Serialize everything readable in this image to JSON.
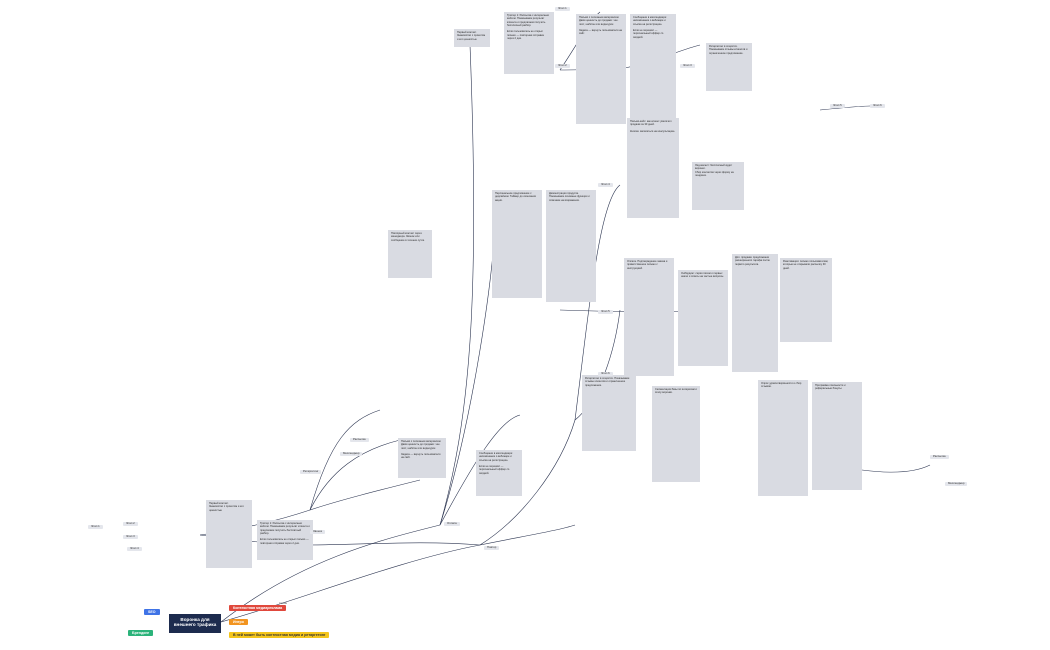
{
  "map": {
    "title": "Воронка для внешнего трафика",
    "branches": {
      "paid": "Контекстная медиареклама",
      "intro": "Интро",
      "brand": "Брендинг",
      "seo": "SEO",
      "scheme": "Схема",
      "tail": "В ней может быть контекстная медиа и ретаргетинг"
    },
    "cards": [
      "Первый контакт.\nЗнакомство с проектом и его ценностью",
      "Триггер 1: Рассылка с интересным кейсом. Показываем результат клиента и предлагаем получить бесплатный разбор.\n\nЕсли пользователь не открыл письмо — повторная отправка через 2 дня.",
      "Письмо с полезным материалом. Даём ценность до продажи: чек-лист, шаблон или видеоурок.\n\nЗадача — вернуть пользователя на сайт.",
      "Сообщение в мессенджере: напоминание о вебинаре и ссылка на регистрацию.\n\nЕсли не перешёл — персональный оффер со скидкой.",
      "Ретаргетинг в соцсетях. Показываем отзывы клиентов и ограниченное предложение.",
      "Письмо-кейс: как клиент увеличил продажи за 30 дней.\n\nКнопка: записаться на консультацию.",
      "Лид-магнит: бесплатный аудит воронки.\nСбор контактов через форму на лендинге.",
      "Демонстрация продукта. Показываем основные функции и отвечаем на возражения.",
      "Персональное предложение с дедлайном. Таймер до окончания акции.",
      "Повторный контакт через менеджера. Звонок или сообщение в течение суток.",
      "Оплата. Подтверждение заказа и приветственное письмо с инструкцией.",
      "Онбординг: серия писем о первых шагах и ответы на частые вопросы.",
      "Доп. продажа: предложение расширенного тарифа после первого результата.",
      "Реактивация: письмо пользователям, которые не открывали рассылку 30 дней.",
      "Сегментация базы по интересам и этапу воронки.",
      "Опрос удовлетворённости и сбор отзывов.",
      "Программа лояльности и реферальные бонусы."
    ],
    "pills": [
      "Этап 1",
      "Этап 2",
      "Этап 3",
      "Этап 4",
      "Этап 5",
      "Этап 6",
      "Рассылка",
      "Мессенджер",
      "Ретаргетинг",
      "Звонок",
      "Оплата",
      "Повтор"
    ]
  }
}
